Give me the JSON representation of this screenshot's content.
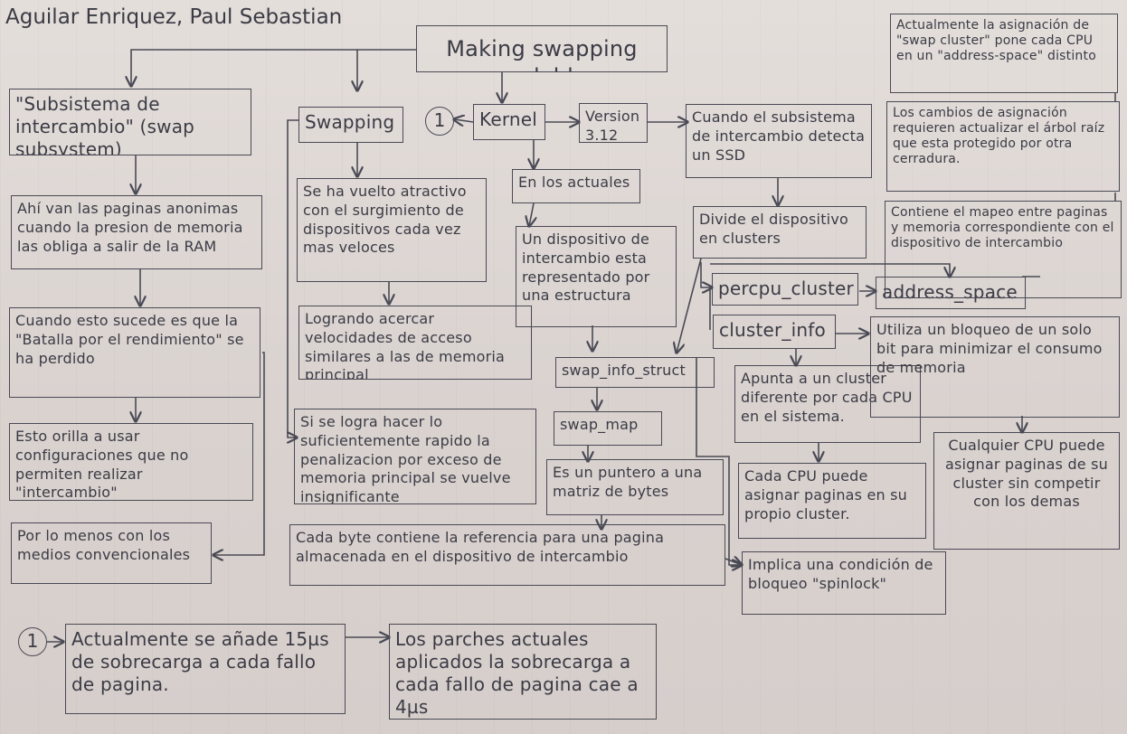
{
  "author": "Aguilar Enriquez, Paul Sebastian",
  "title": "Making swapping scalable",
  "nodes": {
    "subsistema": "\"Subsistema de intercambio\" (swap subsystem)",
    "ahi_van": "Ahí van las paginas anonimas cuando la presion de memoria las obliga a salir de la RAM",
    "cuando_esto": "Cuando esto sucede es que la \"Batalla por el rendimiento\" se ha perdido",
    "esto_orilla": "Esto orilla a usar configuraciones que no permiten realizar \"intercambio\"",
    "por_lo_menos": "Por lo menos con los medios convencionales",
    "swapping": "Swapping",
    "atractivo": "Se ha vuelto atractivo con el surgimiento de dispositivos cada vez mas veloces",
    "logrando": "Logrando acercar velocidades de acceso similares a las de memoria principal",
    "si_se_logra": "Si se logra hacer lo suficientemente rapido la penalizacion por exceso de memoria principal se vuelve insignificante",
    "circle_label": "1",
    "kernel": "Kernel",
    "version": "Version 3.12",
    "en_los_actuales": "En los actuales",
    "un_dispositivo": "Un dispositivo de intercambio esta representado por una estructura",
    "swap_info": "swap_info_struct",
    "swap_map": "swap_map",
    "puntero": "Es un puntero a una matriz de bytes",
    "cada_byte": "Cada byte contiene la referencia para una pagina almacenada en el dispositivo de intercambio",
    "implica": "Implica una condición de bloqueo \"spinlock\"",
    "cuando_ssd": "Cuando el subsistema de intercambio detecta un SSD",
    "divide": "Divide el dispositivo en clusters",
    "percpu": "percpu_cluster",
    "address_space": "address_space",
    "cluster_info": "cluster_info",
    "apunta": "Apunta a un cluster diferente por cada CPU en el sistema.",
    "cada_cpu": "Cada CPU puede asignar paginas en su propio cluster.",
    "utiliza": "Utiliza un bloqueo de un solo bit para minimizar el consumo de memoria",
    "cualquier_cpu": "Cualquier CPU puede asignar paginas de su cluster sin competir con los demas",
    "actualmente_asignacion": "Actualmente la asignación de \"swap cluster\" pone cada CPU en un \"address-space\" distinto",
    "los_cambios": "Los cambios de asignación requieren actualizar el árbol raíz que esta protegido por otra cerradura.",
    "contiene": "Contiene el mapeo entre paginas y memoria correspondiente con el dispositivo de intercambio",
    "actualmente_15": "Actualmente se añade 15µs de sobrecarga a cada fallo de pagina.",
    "parches": "Los parches actuales aplicados la sobrecarga a cada fallo de pagina cae a 4µs"
  }
}
